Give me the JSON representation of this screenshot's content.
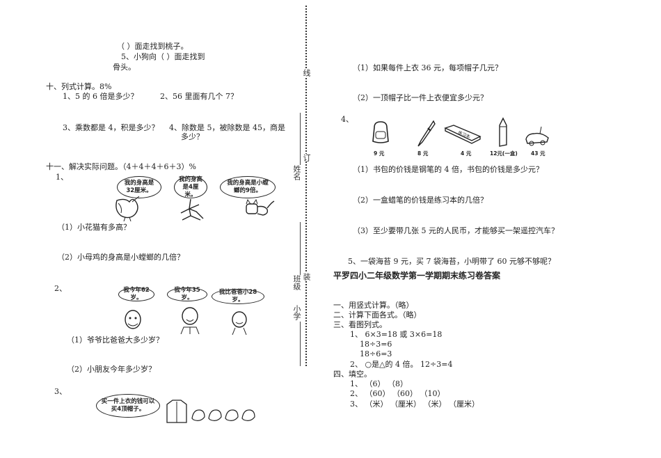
{
  "left": {
    "q9_tail": {
      "line1": "（   ）面走找到桃子。",
      "line2": "5、小狗向（    ）面走找到",
      "line3": "骨头。"
    },
    "section10": {
      "title": "十、列式计算。8%",
      "q1": "1、5 的 6 倍是多少？",
      "q2": "2、56 里面有几个 7？",
      "q3": "3、乘数都是 4，积是多少？",
      "q4_line1": "4、除数是 5，被除数是 45，商是",
      "q4_line2": "多少？"
    },
    "section11": {
      "title": "十一、解决实际问题。（4＋4＋4＋6＋3）%",
      "p1": {
        "num": "1、",
        "bubbles": [
          "我的身高是32厘米。",
          "我的身高是4厘米。",
          "我的身高是小螳螂的9倍。"
        ],
        "q1": "（1）小花猫有多高？",
        "q2": "（2）小母鸡的身高是小螳螂的几倍？"
      },
      "p2": {
        "num": "2、",
        "bubbles": [
          "我今年62岁。",
          "我今年35岁。",
          "我比爸爸小28岁。"
        ],
        "q1": "（1）爷爷比爸爸大多少岁？",
        "q2": "（2）小朋友今年多少岁？"
      },
      "p3": {
        "num": "3、",
        "bubble": "买一件上衣的钱可以买4顶帽子。"
      }
    }
  },
  "binding": {
    "line": "线",
    "ding": "订",
    "zhuang": "装",
    "name_label": "姓名",
    "class_label": "班级",
    "school_label": "小学"
  },
  "right": {
    "p3_q1": "（1）如果每件上衣 36 元，每项帽子几元？",
    "p3_q2": "（2）一顶帽子比一件上衣便宜多少元？",
    "p4": {
      "num": "4、",
      "items": [
        {
          "name": "书包",
          "price": "9 元"
        },
        {
          "name": "钢笔",
          "price": "8 元"
        },
        {
          "name": "练习本",
          "price": "4 元",
          "label": "练习本"
        },
        {
          "name": "蜡笔",
          "price": "12元(一盒)"
        },
        {
          "name": "遥控汽车",
          "price": "43 元"
        }
      ],
      "q1": "（1）书包的价钱是钢笔的 4 倍，书包的价钱是多少元？",
      "q2": "（2）一盒蜡笔的价钱是练习本的几倍？",
      "q3": "（3）至少要带几张 5 元的人民币，才能够买一架遥控汽车？"
    },
    "p5": "5、一袋海苔 9 元，买 7 袋海苔，小明带了 60 元够不够呢？",
    "answer_title": "平罗四小二年级数学第一学期期末练习卷答案",
    "answers": [
      "一、用竖式计算。（略）",
      "二、计算下面各式。（略）",
      "三、看图列式。",
      "1、   6×3=18 或 3×6=18",
      "18÷3=6",
      "18÷6=3",
      "2、   ○是△的 4 倍。   12÷3=4",
      "四、填空。",
      "1、    （6）    （8）",
      "2、    （60）    （60）       （10）",
      "3、    （米）   （厘米）    （米）       （厘米）"
    ]
  }
}
